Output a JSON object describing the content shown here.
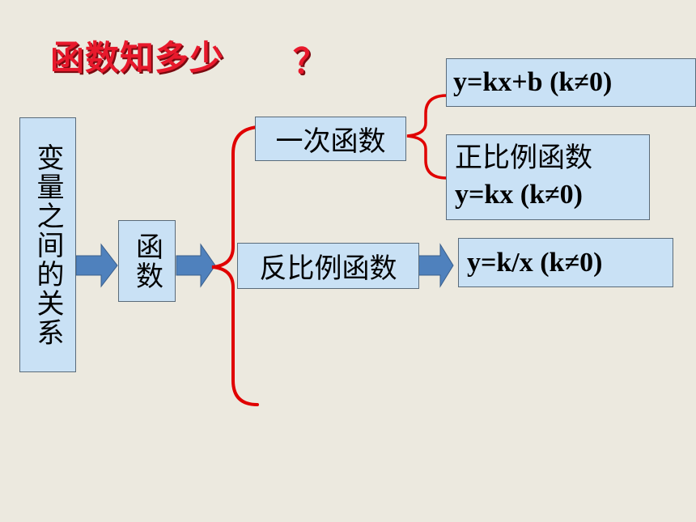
{
  "title": {
    "text": "函数知多少",
    "mark": "？"
  },
  "nodes": {
    "relation": "变量之间的关系",
    "function": "函数",
    "linear": "一次函数",
    "inverse": "反比例函数",
    "linear_formula": "y=kx+b (k≠0)",
    "proportional_name": "正比例函数",
    "proportional_formula": "y=kx (k≠0)",
    "inverse_formula": "y=k/x (k≠0)"
  },
  "colors": {
    "background": "#ece9df",
    "box_fill": "#c9e1f5",
    "arrow_fill": "#4f81bd",
    "bracket": "#e00000",
    "title": "#e8192c"
  }
}
